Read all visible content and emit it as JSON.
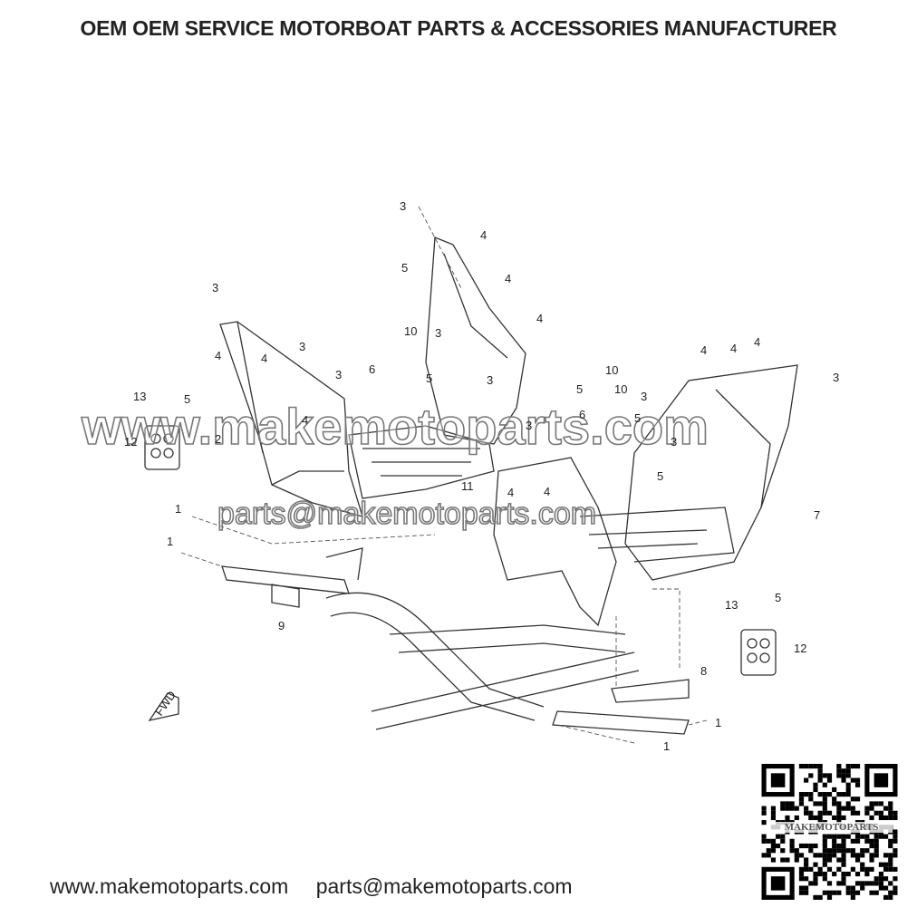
{
  "header": {
    "title": "OEM OEM SERVICE MOTORBOAT PARTS & ACCESSORIES MANUFACTURER"
  },
  "watermark": {
    "website": "www.makemotoparts.com",
    "email": "parts@makemotoparts.com"
  },
  "diagram": {
    "callouts": [
      "3",
      "4",
      "5",
      "4",
      "3",
      "10",
      "4",
      "3",
      "4",
      "4",
      "5",
      "3",
      "6",
      "3",
      "13",
      "5",
      "12",
      "2",
      "4",
      "4",
      "4",
      "3",
      "10",
      "10",
      "3",
      "5",
      "6",
      "5",
      "3",
      "3",
      "4",
      "5",
      "11",
      "7",
      "1",
      "1",
      "9",
      "8",
      "13",
      "5",
      "12",
      "1",
      "1",
      "4",
      "4",
      "3"
    ],
    "direction_marker": "FWD"
  },
  "qr": {
    "label": "MAKEMOTOPARTS"
  },
  "footer": {
    "website": "www.makemotoparts.com",
    "email": "parts@makemotoparts.com"
  }
}
